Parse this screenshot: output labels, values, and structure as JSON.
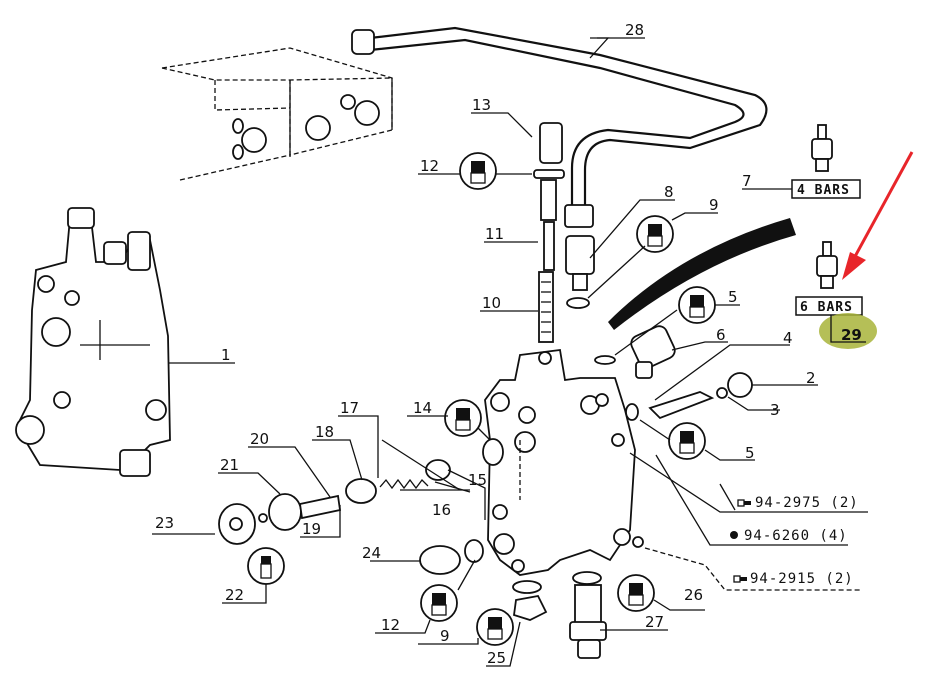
{
  "diagram": {
    "title": "Hydraulic control valve exploded parts diagram",
    "highlight_color": "#a8b43a",
    "arrow_color": "#e8252a",
    "callouts": [
      {
        "id": "c1",
        "label": "1"
      },
      {
        "id": "c2",
        "label": "2"
      },
      {
        "id": "c3",
        "label": "3"
      },
      {
        "id": "c4",
        "label": "4"
      },
      {
        "id": "c5a",
        "label": "5"
      },
      {
        "id": "c5b",
        "label": "5"
      },
      {
        "id": "c6",
        "label": "6"
      },
      {
        "id": "c7",
        "label": "7"
      },
      {
        "id": "c8",
        "label": "8"
      },
      {
        "id": "c9a",
        "label": "9"
      },
      {
        "id": "c9b",
        "label": "9"
      },
      {
        "id": "c10",
        "label": "10"
      },
      {
        "id": "c11",
        "label": "11"
      },
      {
        "id": "c12a",
        "label": "12"
      },
      {
        "id": "c12b",
        "label": "12"
      },
      {
        "id": "c13",
        "label": "13"
      },
      {
        "id": "c14",
        "label": "14"
      },
      {
        "id": "c15",
        "label": "15"
      },
      {
        "id": "c16",
        "label": "16"
      },
      {
        "id": "c17",
        "label": "17"
      },
      {
        "id": "c18",
        "label": "18"
      },
      {
        "id": "c19",
        "label": "19"
      },
      {
        "id": "c20",
        "label": "20"
      },
      {
        "id": "c21",
        "label": "21"
      },
      {
        "id": "c22",
        "label": "22"
      },
      {
        "id": "c23",
        "label": "23"
      },
      {
        "id": "c24",
        "label": "24"
      },
      {
        "id": "c25",
        "label": "25"
      },
      {
        "id": "c26",
        "label": "26"
      },
      {
        "id": "c27",
        "label": "27"
      },
      {
        "id": "c28",
        "label": "28"
      },
      {
        "id": "c29",
        "label": "29"
      }
    ],
    "pressure_boxes": {
      "switch_4": "4 BARS",
      "switch_6": "6 BARS"
    },
    "references": [
      {
        "icon": "bolt-icon",
        "text": "94-2975 (2)"
      },
      {
        "icon": "nut-icon",
        "text": "94-6260 (4)"
      },
      {
        "icon": "bolt-icon",
        "text": "94-2915 (2)"
      }
    ]
  }
}
